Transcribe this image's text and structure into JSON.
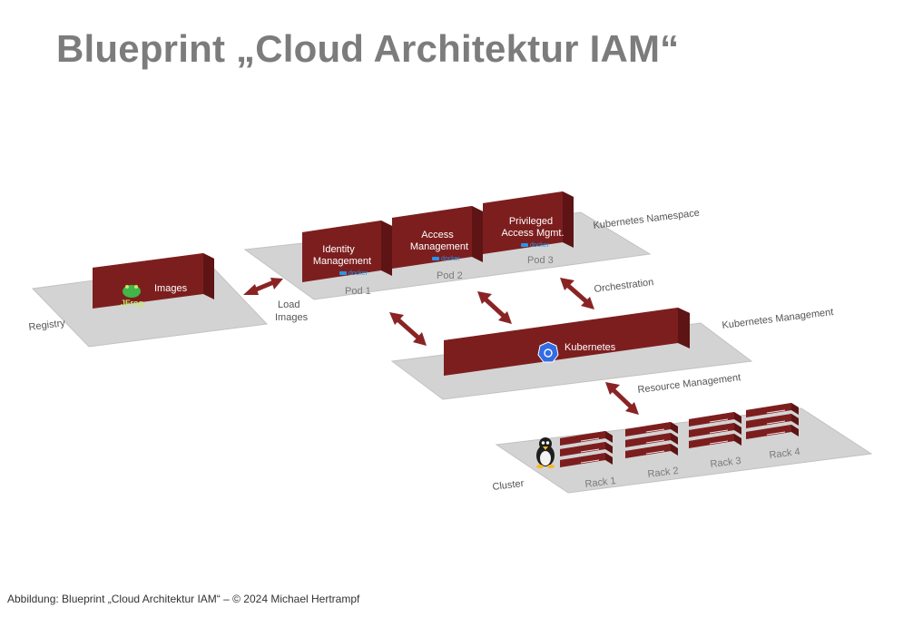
{
  "title": "Blueprint „Cloud Architektur IAM“",
  "caption": "Abbildung: Blueprint „Cloud Architektur IAM“ –  © 2024 Michael Hertrampf",
  "registry": {
    "label": "Registry",
    "box_label": "Images",
    "logo_text": "JFrog"
  },
  "load_images": {
    "line1": "Load",
    "line2": "Images"
  },
  "namespace": {
    "label": "Kubernetes Namespace",
    "pods": [
      {
        "line1": "Identity",
        "line2": "Management",
        "caption": "Pod 1",
        "badge": "docker"
      },
      {
        "line1": "Access",
        "line2": "Management",
        "caption": "Pod 2",
        "badge": "docker"
      },
      {
        "line1": "Privileged",
        "line2": "Access Mgmt.",
        "caption": "Pod 3",
        "badge": "docker"
      }
    ]
  },
  "orchestration": {
    "label": "Orchestration"
  },
  "management": {
    "label": "Kubernetes Management",
    "box_label": "Kubernetes"
  },
  "resource": {
    "label": "Resource Management"
  },
  "cluster": {
    "label": "Cluster",
    "racks": [
      {
        "label": "Rack 1"
      },
      {
        "label": "Rack 2"
      },
      {
        "label": "Rack 3"
      },
      {
        "label": "Rack 4"
      }
    ]
  },
  "colors": {
    "title": "#7c7c7c",
    "platform": "#d2d2d2",
    "box_front": "#7d1e1e",
    "box_top": "#9b3a3a",
    "box_side": "#5e1414",
    "arrow": "#8a2424",
    "docker": "#2496ed"
  }
}
